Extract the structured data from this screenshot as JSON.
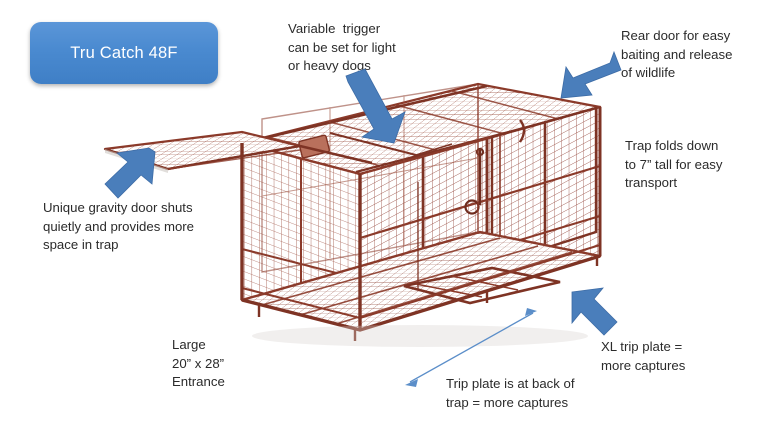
{
  "product": {
    "badge_label": "Tru Catch 48F"
  },
  "annotations": [
    {
      "id": "trigger",
      "name": "variable-trigger-note",
      "text": "Variable  trigger\ncan be set for light\nor heavy dogs"
    },
    {
      "id": "rear_door",
      "name": "rear-door-note",
      "text": "Rear door for easy\nbaiting and release\nof wildlife"
    },
    {
      "id": "folds",
      "name": "folds-down-note",
      "text": "Trap folds down\nto 7” tall for easy\ntransport"
    },
    {
      "id": "gravity_door",
      "name": "gravity-door-note",
      "text": "Unique gravity door shuts\nquietly and provides more\nspace in trap"
    },
    {
      "id": "entrance",
      "name": "entrance-size-note",
      "text": "Large\n20” x 28”\nEntrance"
    },
    {
      "id": "trip_back",
      "name": "trip-plate-location-note",
      "text": "Trip plate is at back of\ntrap = more captures"
    },
    {
      "id": "xl_plate",
      "name": "xl-trip-plate-note",
      "text": "XL trip plate =\nmore captures"
    }
  ],
  "callout_arrows": [
    {
      "name": "arrow-to-trigger",
      "direction": "down-right",
      "target": "variable trigger"
    },
    {
      "name": "arrow-to-rear-door",
      "direction": "down-left",
      "target": "rear door"
    },
    {
      "name": "arrow-to-gravity-door",
      "direction": "up-right",
      "target": "gravity door"
    },
    {
      "name": "arrow-to-trip-plate",
      "direction": "up-left",
      "target": "XL trip plate"
    },
    {
      "name": "dimension-arrow-trip-plate",
      "direction": "double-headed",
      "target": "back of trap"
    }
  ],
  "colors": {
    "badge_fill": "#4a8ad0",
    "badge_text": "#ffffff",
    "arrow_blue": "#4a7ebb",
    "arrow_blue_dark": "#3d6ca6",
    "dimension_line": "#5b8ec9",
    "cage_frame": "#8b3a2a",
    "cage_mesh": "#9a4b38",
    "note_text": "#2b2b2b",
    "background": "#ffffff"
  },
  "product_image": {
    "name": "wire-cage-animal-trap",
    "description": "Isometric rust-colored wire mesh animal trap with gravity door, rear door and trip plate"
  }
}
